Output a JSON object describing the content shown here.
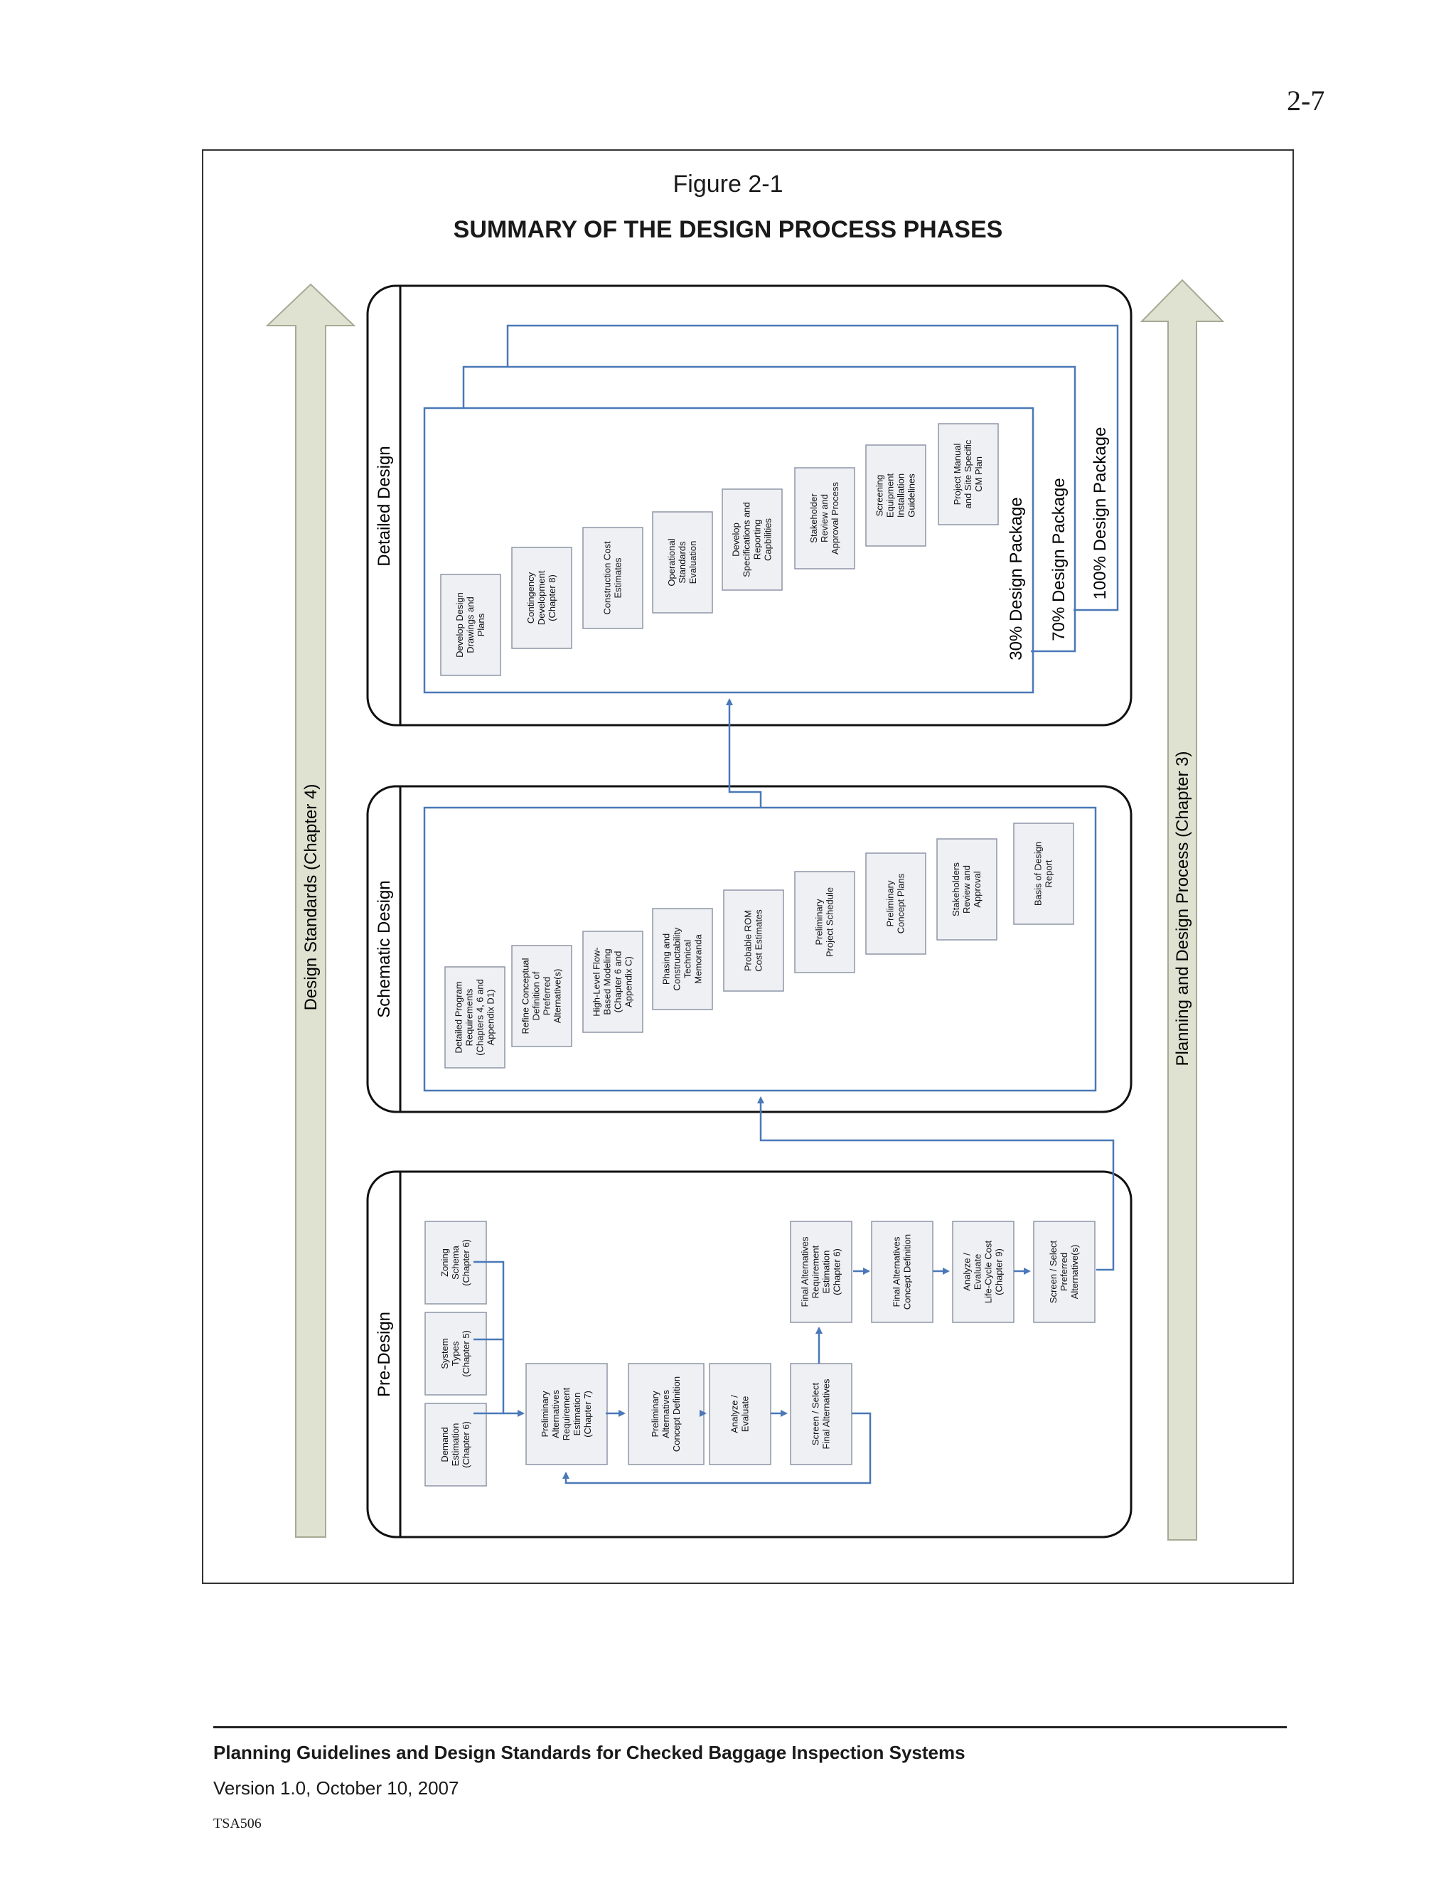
{
  "page_number": "2-7",
  "figure": {
    "label": "Figure 2-1",
    "title": "SUMMARY OF THE DESIGN PROCESS PHASES"
  },
  "side_arrows": {
    "left": "Design Standards (Chapter 4)",
    "right": "Planning and Design Process (Chapter 3)"
  },
  "phases": {
    "detailed": {
      "title": "Detailed Design",
      "packages": [
        "30% Design Package",
        "70% Design Package",
        "100% Design Package"
      ],
      "boxes": [
        [
          "Develop Design",
          "Drawings and",
          "Plans"
        ],
        [
          "Contingency",
          "Development",
          "(Chapter 8)"
        ],
        [
          "Construction Cost",
          "Estimates"
        ],
        [
          "Operational",
          "Standards",
          "Evaluation"
        ],
        [
          "Develop",
          "Specifications and",
          "Reporting",
          "Capbilities"
        ],
        [
          "Stakeholder",
          "Review and",
          "Approval Process"
        ],
        [
          "Screening",
          "Equipment",
          "Installation",
          "Guidelines"
        ],
        [
          "Project Manual",
          "and Site Specific",
          "CM Plan"
        ]
      ]
    },
    "schematic": {
      "title": "Schematic Design",
      "boxes": [
        [
          "Detailed Program",
          "Requirements",
          "(Chapters 4, 6 and",
          "Appendix D1)"
        ],
        [
          "Refine Conceptual",
          "Definition of",
          "Preferred",
          "Alternative(s)"
        ],
        [
          "High-Level Flow-",
          "Based Modeling",
          "(Chapter 6 and",
          "Appendix C)"
        ],
        [
          "Phasing and",
          "Constructability",
          "Technical",
          "Memoranda"
        ],
        [
          "Probable ROM",
          "Cost Estimates"
        ],
        [
          "Preliminary",
          "Project Schedule"
        ],
        [
          "Preliminary",
          "Concept Plans"
        ],
        [
          "Stakeholders",
          "Review and",
          "Approval"
        ],
        [
          "Basis of Design",
          "Report"
        ]
      ]
    },
    "predesign": {
      "title": "Pre-Design",
      "inputs": [
        [
          "Zoning",
          "Schema",
          "(Chapter 6)"
        ],
        [
          "System",
          "Types",
          "(Chapter 5)"
        ],
        [
          "Demand",
          "Estimation",
          "(Chapter 6)"
        ]
      ],
      "lower_flow": [
        [
          "Preliminary",
          "Alternatives",
          "Requirement",
          "Estimation",
          "(Chapter 7)"
        ],
        [
          "Preliminary",
          "Alternatives",
          "Concept Definition"
        ],
        [
          "Analyze /",
          "Evaluate"
        ],
        [
          "Screen / Select",
          "Final Alternatives"
        ]
      ],
      "upper_flow": [
        [
          "Final Alternatives",
          "Requirement",
          "Estimation",
          "(Chapter 6)"
        ],
        [
          "Final Alternatives",
          "Concept Definition"
        ],
        [
          "Analyze /",
          "Evaluate",
          "Life-Cycle Cost",
          "(Chapter 9)"
        ],
        [
          "Screen / Select",
          "Preferred",
          "Alternative(s)"
        ]
      ]
    }
  },
  "footer": {
    "title": "Planning Guidelines and Design Standards for Checked Baggage Inspection Systems",
    "version": "Version 1.0, October 10, 2007",
    "code": "TSA506"
  }
}
